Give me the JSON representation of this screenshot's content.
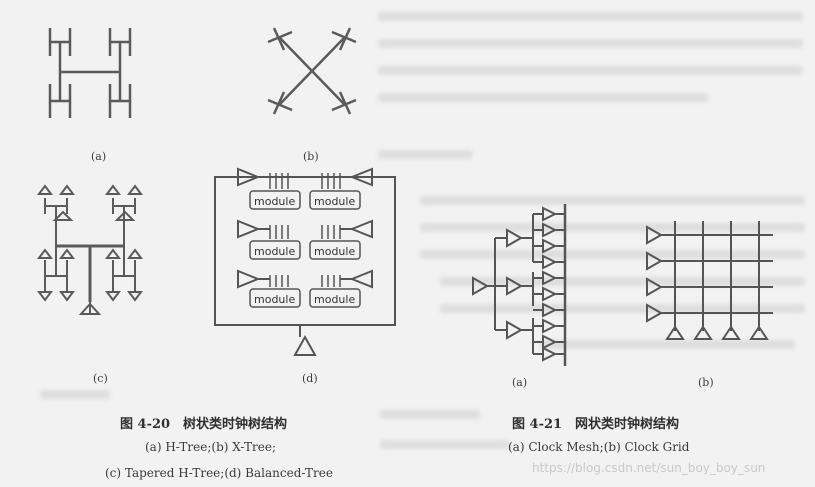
{
  "figures": {
    "fig420": {
      "panels": [
        "(a)",
        "(b)",
        "(c)",
        "(d)"
      ],
      "module_label": "module",
      "caption": "图 4-20　树状类时钟树结构",
      "subcaption1": "(a) H-Tree;(b) X-Tree;",
      "subcaption2": "(c) Tapered H-Tree;(d) Balanced-Tree"
    },
    "fig421": {
      "panels": [
        "(a)",
        "(b)"
      ],
      "caption": "图 4-21　网状类时钟树结构",
      "subcaption": "(a) Clock Mesh;(b) Clock Grid"
    }
  },
  "watermark": "https://blog.csdn.net/sun_boy_boy_sun"
}
